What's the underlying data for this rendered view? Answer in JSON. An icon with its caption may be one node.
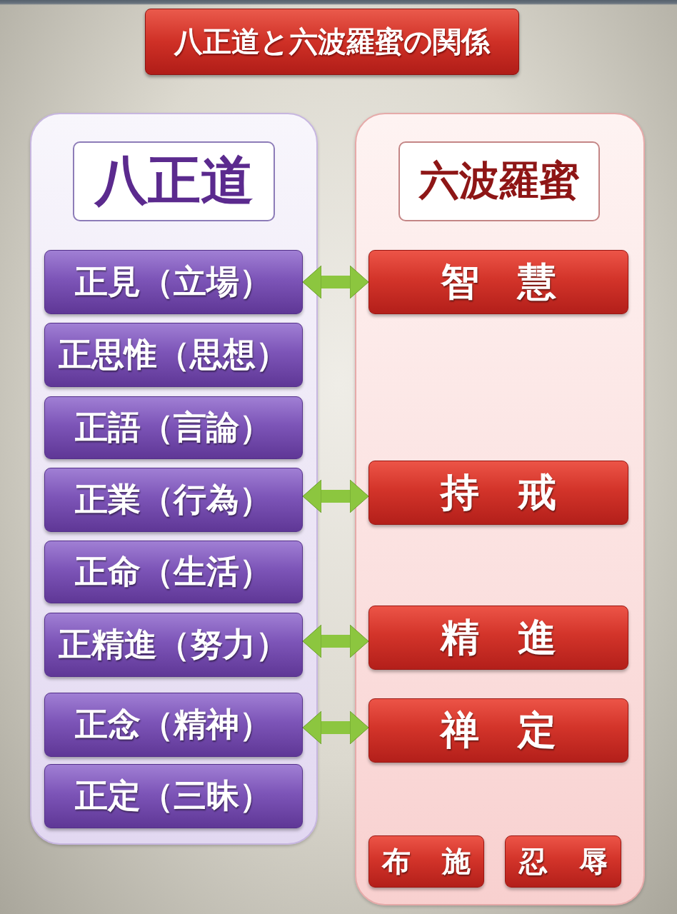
{
  "diagram": {
    "title": "八正道と六波羅蜜の関係",
    "nodes": [
      {
        "text": [],
        "shape": "box"
      },
      {
        "text": [
          "八正道"
        ],
        "in": 0
      },
      {
        "text": [
          "正見（立場）"
        ],
        "in": 0
      },
      {
        "text": [
          "正思惟（思想）"
        ],
        "in": 0
      },
      {
        "text": [
          "正語（言論）"
        ],
        "in": 0
      },
      {
        "text": [
          "正業（行為）"
        ],
        "in": 0
      },
      {
        "text": [
          "正命（生活）"
        ],
        "in": 0
      },
      {
        "text": [
          "正精進（努力）"
        ],
        "in": 0
      },
      {
        "text": [
          "正念（精神）"
        ],
        "in": 0
      },
      {
        "text": [
          "正定（三昧）"
        ],
        "in": 0
      },
      {
        "text": [],
        "shape": "box"
      },
      {
        "text": [
          "六波羅蜜"
        ],
        "in": 10
      },
      {
        "text": [
          "智慧"
        ],
        "in": 10
      },
      {
        "text": [
          "持戒"
        ],
        "in": 10
      },
      {
        "text": [
          "精進"
        ],
        "in": 10
      },
      {
        "text": [
          "禅定"
        ],
        "in": 10
      },
      {
        "text": [
          "布施"
        ],
        "in": 10
      },
      {
        "text": [
          "忍辱"
        ],
        "in": 10
      }
    ],
    "edges": [
      {
        "from": 2,
        "to": 12,
        "arrow": "both"
      },
      {
        "from": 5,
        "to": 13,
        "arrow": "both"
      },
      {
        "from": 7,
        "to": 14,
        "arrow": "both"
      },
      {
        "from": 8,
        "to": 15,
        "arrow": "both"
      }
    ]
  }
}
